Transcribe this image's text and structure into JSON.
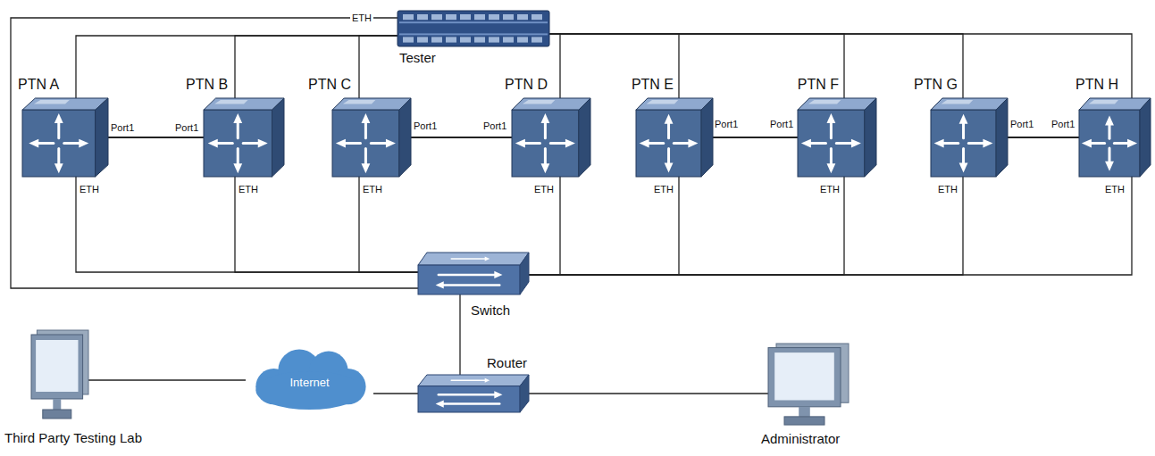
{
  "diagram": {
    "nodes": [
      {
        "text": [
          "Tester"
        ]
      },
      {
        "text": [
          "PTN A"
        ]
      },
      {
        "text": [
          "PTN B"
        ]
      },
      {
        "text": [
          "PTN C"
        ]
      },
      {
        "text": [
          "PTN D"
        ]
      },
      {
        "text": [
          "PTN E"
        ]
      },
      {
        "text": [
          "PTN F"
        ]
      },
      {
        "text": [
          "PTN G"
        ]
      },
      {
        "text": [
          "PTN H"
        ]
      },
      {
        "text": [
          "Switch"
        ]
      },
      {
        "text": [
          "Third Party Testing Lab"
        ]
      },
      {
        "text": [
          "Internet"
        ]
      },
      {
        "text": [
          "Router"
        ]
      },
      {
        "text": [
          "Administrator"
        ]
      }
    ],
    "edges": [
      {
        "from": 1,
        "to": 2,
        "arrow": "none"
      },
      {
        "from": 3,
        "to": 4,
        "arrow": "none"
      },
      {
        "from": 5,
        "to": 6,
        "arrow": "none"
      },
      {
        "from": 7,
        "to": 8,
        "arrow": "none"
      },
      {
        "from": 0,
        "to": 1,
        "arrow": "none"
      },
      {
        "from": 0,
        "to": 2,
        "arrow": "none"
      },
      {
        "from": 0,
        "to": 3,
        "arrow": "none"
      },
      {
        "from": 0,
        "to": 4,
        "arrow": "none"
      },
      {
        "from": 0,
        "to": 5,
        "arrow": "none"
      },
      {
        "from": 0,
        "to": 6,
        "arrow": "none"
      },
      {
        "from": 0,
        "to": 7,
        "arrow": "none"
      },
      {
        "from": 0,
        "to": 8,
        "arrow": "none"
      },
      {
        "from": 1,
        "to": 9,
        "arrow": "none"
      },
      {
        "from": 2,
        "to": 9,
        "arrow": "none"
      },
      {
        "from": 3,
        "to": 9,
        "arrow": "none"
      },
      {
        "from": 4,
        "to": 9,
        "arrow": "none"
      },
      {
        "from": 5,
        "to": 9,
        "arrow": "none"
      },
      {
        "from": 6,
        "to": 9,
        "arrow": "none"
      },
      {
        "from": 7,
        "to": 9,
        "arrow": "none"
      },
      {
        "from": 8,
        "to": 9,
        "arrow": "none"
      },
      {
        "from": 0,
        "to": 9,
        "label": "ETH",
        "arrow": "none"
      },
      {
        "from": 9,
        "to": 12,
        "arrow": "none"
      },
      {
        "from": 12,
        "to": 11,
        "arrow": "none"
      },
      {
        "from": 11,
        "to": 10,
        "arrow": "none"
      },
      {
        "from": 12,
        "to": 13,
        "arrow": "none"
      }
    ],
    "labels": [
      "Port1",
      "Port1",
      "Port1",
      "Port1",
      "Port1",
      "Port1",
      "Port1",
      "Port1",
      "ETH",
      "ETH",
      "ETH",
      "ETH",
      "ETH",
      "ETH",
      "ETH",
      "ETH"
    ]
  }
}
